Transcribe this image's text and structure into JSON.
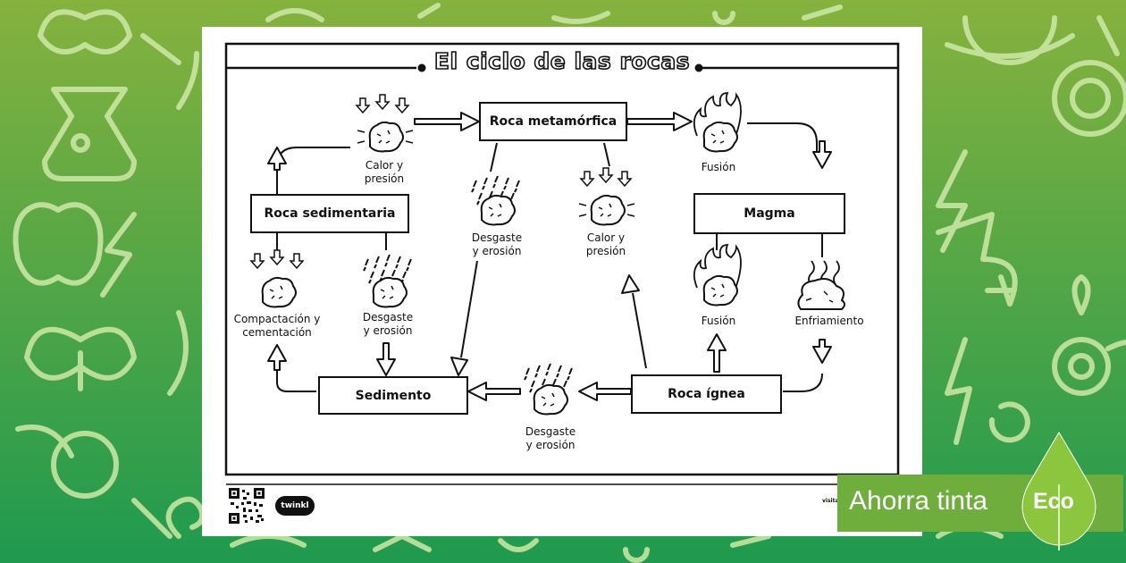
{
  "title": "El ciclo de las rocas",
  "boxes": {
    "metamorfica": "Roca metamórfica",
    "sedimentaria": "Roca sedimentaria",
    "magma": "Magma",
    "sedimento": "Sedimento",
    "ignea": "Roca ígnea"
  },
  "labels": {
    "calor_presion_top": "Calor y\npresión",
    "calor_presion_mid": "Calor y\npresión",
    "fusion_top": "Fusión",
    "fusion_mid": "Fusión",
    "enfriamiento": "Enfriamiento",
    "desgaste_left": "Desgaste\ny erosión",
    "desgaste_mid": "Desgaste\ny erosión",
    "desgaste_bottom": "Desgaste\ny erosión",
    "compactacion": "Compactación y\ncementación"
  },
  "footer": {
    "logo": "twinkl",
    "visit": "visita"
  },
  "eco_badge": {
    "text": "Ahorra tinta",
    "word": "Eco"
  },
  "colors": {
    "background_top": "#86b23e",
    "background_bottom": "#1f9a4f",
    "badge": "#6fae3c",
    "doodle": "#cfe9a8"
  }
}
